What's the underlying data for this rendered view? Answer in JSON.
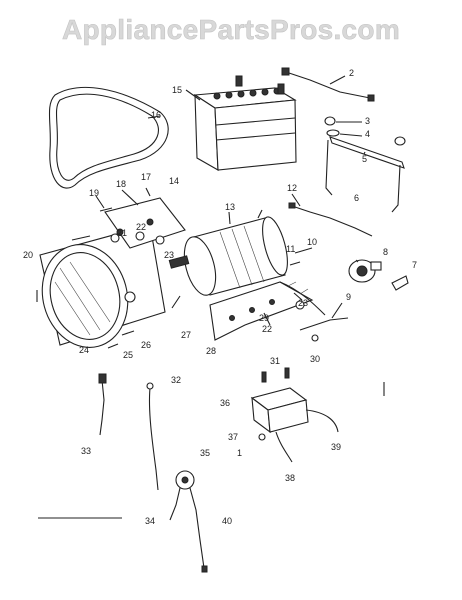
{
  "watermark": "AppliancePartsPros.com",
  "callouts": [
    "1",
    "2",
    "3",
    "4",
    "5",
    "6",
    "7",
    "8",
    "9",
    "10",
    "11",
    "12",
    "13",
    "14",
    "15",
    "16",
    "17",
    "18",
    "19",
    "20",
    "21",
    "22",
    "22",
    "23",
    "23",
    "24",
    "25",
    "26",
    "27",
    "28",
    "29",
    "30",
    "31",
    "32",
    "33",
    "34",
    "35",
    "36",
    "37",
    "38",
    "39",
    "40"
  ]
}
